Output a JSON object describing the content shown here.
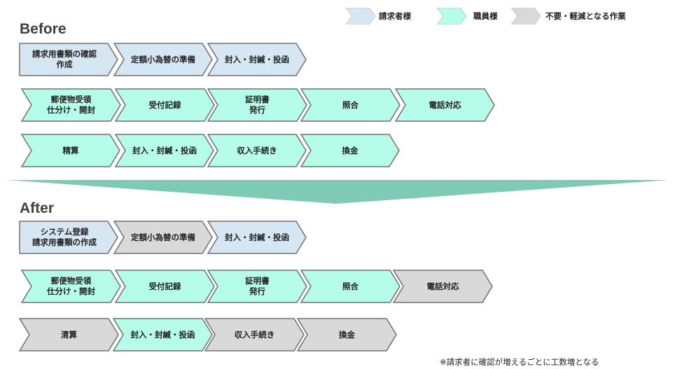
{
  "colors": {
    "requester": "#d6e6f2",
    "staff": "#b5fde8",
    "unneeded": "#d9d9d9",
    "stroke": "#707070",
    "banner": "#7fcab6"
  },
  "legend": [
    {
      "label": "請求者様",
      "type": "requester"
    },
    {
      "label": "職員様",
      "type": "staff"
    },
    {
      "label": "不要・軽減となる作業",
      "type": "unneeded"
    }
  ],
  "before": {
    "title": "Before",
    "rows": [
      [
        {
          "label": "請求用書類の確認\n作成",
          "type": "requester"
        },
        {
          "label": "定額小為替の準備",
          "type": "requester"
        },
        {
          "label": "封入・封緘・投函",
          "type": "requester"
        }
      ],
      [
        {
          "label": "郵便物受領\n仕分け・開封",
          "type": "staff"
        },
        {
          "label": "受付記録",
          "type": "staff"
        },
        {
          "label": "証明書\n発行",
          "type": "staff"
        },
        {
          "label": "照合",
          "type": "staff"
        },
        {
          "label": "電話対応",
          "type": "staff"
        }
      ],
      [
        {
          "label": "精算",
          "type": "staff"
        },
        {
          "label": "封入・封緘・投函",
          "type": "staff"
        },
        {
          "label": "収入手続き",
          "type": "staff"
        },
        {
          "label": "換金",
          "type": "staff"
        }
      ]
    ]
  },
  "after": {
    "title": "After",
    "rows": [
      [
        {
          "label": "システム登録\n請求用書類の作成",
          "type": "requester"
        },
        {
          "label": "定額小為替の準備",
          "type": "unneeded"
        },
        {
          "label": "封入・封緘・投函",
          "type": "requester"
        }
      ],
      [
        {
          "label": "郵便物受領\n仕分け・開封",
          "type": "staff"
        },
        {
          "label": "受付記録",
          "type": "staff"
        },
        {
          "label": "証明書\n発行",
          "type": "staff"
        },
        {
          "label": "照合",
          "type": "staff"
        },
        {
          "label": "電話対応",
          "type": "unneeded"
        }
      ],
      [
        {
          "label": "清算",
          "type": "unneeded"
        },
        {
          "label": "封入・封緘・投函",
          "type": "staff"
        },
        {
          "label": "収入手続き",
          "type": "unneeded"
        },
        {
          "label": "換金",
          "type": "unneeded"
        }
      ]
    ]
  },
  "footnote": "※請求者に確認が増えるごとに工数増となる"
}
